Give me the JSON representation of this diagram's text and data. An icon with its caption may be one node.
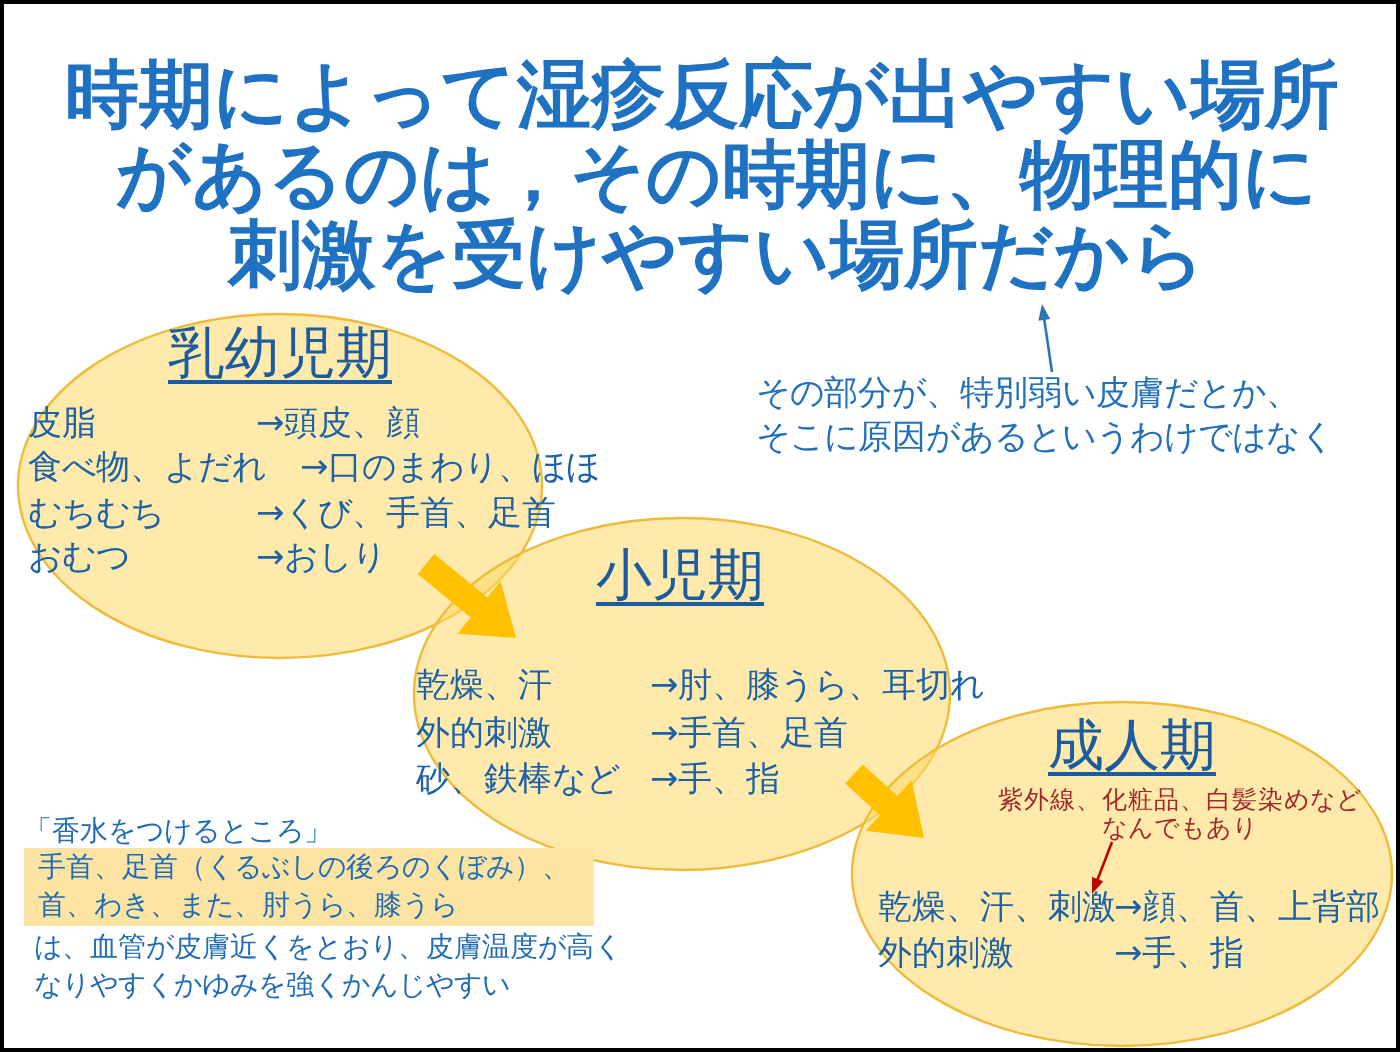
{
  "diagram": {
    "title": "時期によって湿疹反応が出やすい場所があるのは，その時期に、物理的に刺激を受けやすい場所だから",
    "nodes": [
      {
        "text": [
          "乳幼児期",
          "皮脂",
          "→頭皮、顔",
          "食べ物、よだれ",
          "→口のまわり、ほほ",
          "むちむち",
          "→くび、手首、足首",
          "おむつ",
          "→おしり"
        ]
      },
      {
        "text": [
          "その部分が、特別弱い皮膚だとか、そこに原因があるというわけではなく"
        ]
      },
      {
        "text": [
          "小児期",
          "乾燥、汗",
          "→肘、膝うら、耳切れ",
          "外的刺激",
          "→手首、足首",
          "砂、鉄棒など",
          "→手、指"
        ]
      },
      {
        "text": [
          "成人期",
          "乾燥、汗、刺激",
          "→顔、首、上背部",
          "外的刺激",
          "→手、指"
        ]
      },
      {
        "text": [
          "紫外線、化粧品、白髪染めなどなんでもあり"
        ],
        "in": 3
      },
      {
        "text": [
          "手首、足首（くるぶしの後ろのくぼみ）、首、わき、また、肘うら、膝うら"
        ],
        "beside": [
          "「香水をつけるところ」",
          "は、血管が皮膚近くをとおり、皮膚温度が高くなりやすくかゆみを強くかんじやすい"
        ]
      }
    ],
    "edges": [
      {
        "from": 0,
        "to": 2,
        "arrow": "to",
        "style": "thick",
        "color": "#ffc000"
      },
      {
        "from": 2,
        "to": 3,
        "arrow": "to",
        "style": "thick",
        "color": "#ffc000"
      },
      {
        "from": 1,
        "to": null,
        "arrow": "to",
        "color": "#2e75b6"
      },
      {
        "from": 4,
        "to": null,
        "arrow": "to",
        "color": "#c00000"
      }
    ]
  }
}
